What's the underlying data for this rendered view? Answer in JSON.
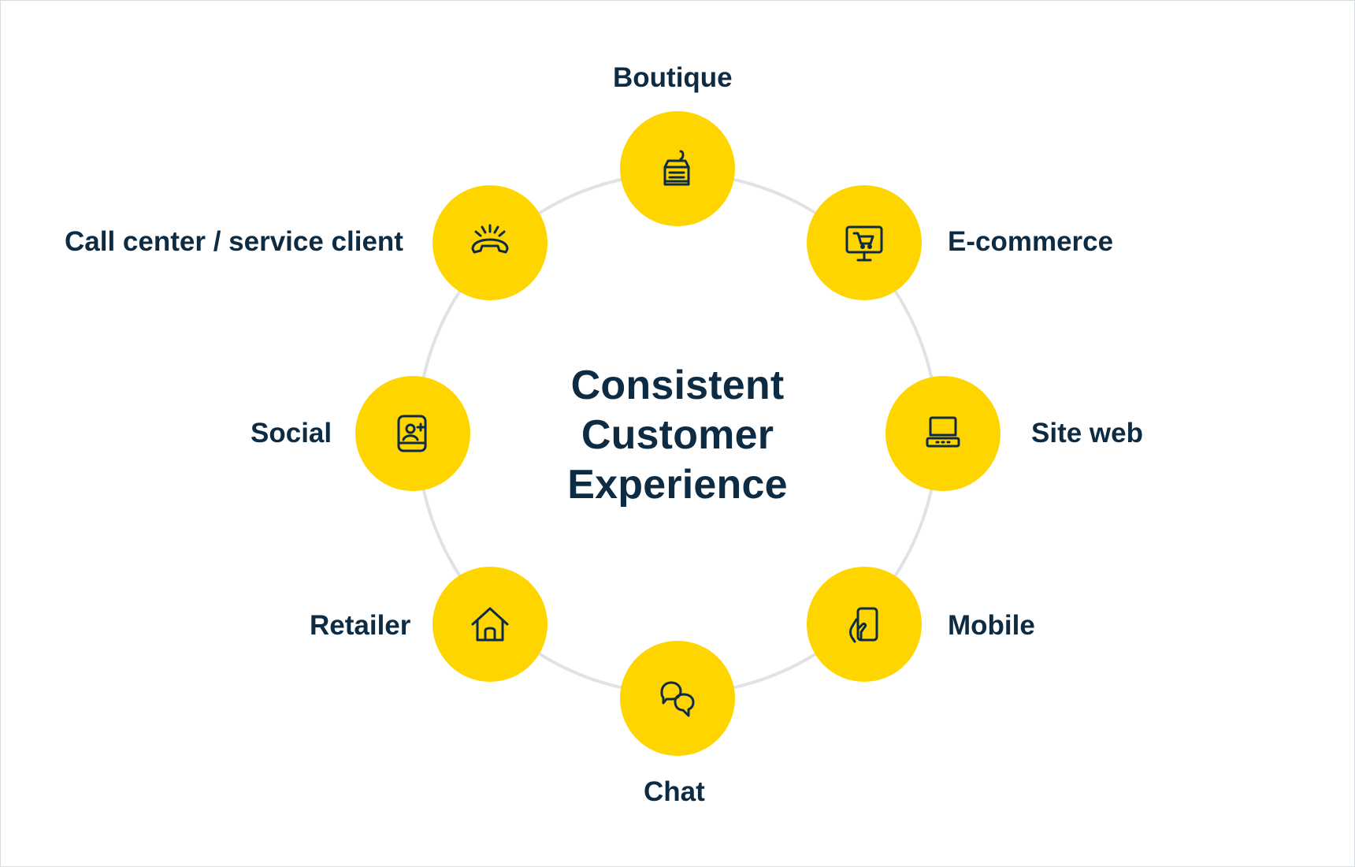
{
  "center": {
    "line1": "Consistent",
    "line2": "Customer",
    "line3": "Experience"
  },
  "nodes": [
    {
      "label": "Boutique",
      "icon": "cash-register-icon"
    },
    {
      "label": "E-commerce",
      "icon": "monitor-cart-icon"
    },
    {
      "label": "Site web",
      "icon": "laptop-icon"
    },
    {
      "label": "Mobile",
      "icon": "hand-phone-icon"
    },
    {
      "label": "Chat",
      "icon": "chat-bubbles-icon"
    },
    {
      "label": "Retailer",
      "icon": "house-icon"
    },
    {
      "label": "Social",
      "icon": "social-profile-icon"
    },
    {
      "label": "Call center / service client",
      "icon": "phone-ringing-icon"
    }
  ],
  "colors": {
    "node_fill": "#ffd500",
    "text": "#0d2b43",
    "ring": "#dfe3e7",
    "frame": "#d9dde1"
  }
}
